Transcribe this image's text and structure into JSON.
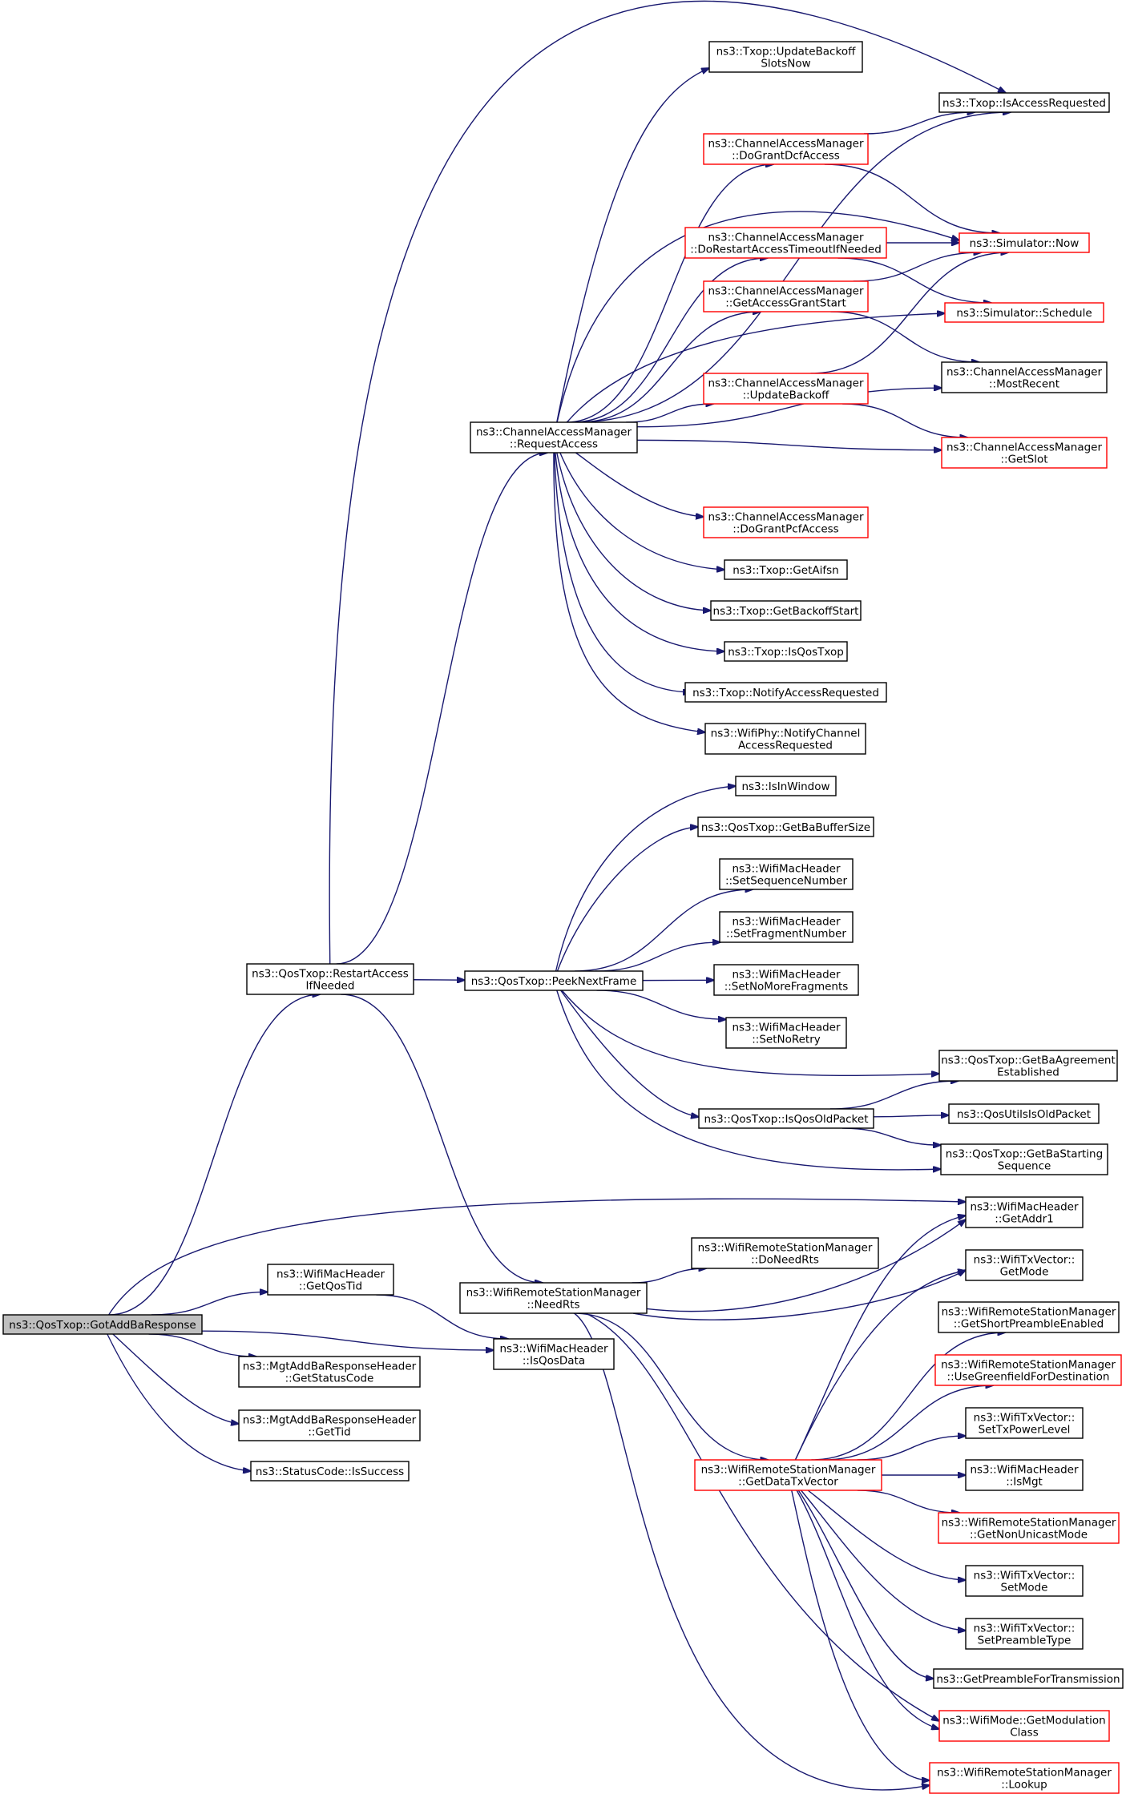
{
  "diagram": {
    "type": "call-graph",
    "colors": {
      "edge": "#191970",
      "node_border": "#000000",
      "node_border_truncated": "#ff0000",
      "root_fill": "#bfbfbf"
    },
    "nodes": [
      {
        "id": "gotaddba",
        "lines": [
          "ns3::QosTxop::GotAddBaResponse"
        ],
        "style": "root"
      },
      {
        "id": "restart",
        "lines": [
          "ns3::QosTxop::RestartAccess",
          "IfNeeded"
        ],
        "style": "normal"
      },
      {
        "id": "getqostid",
        "lines": [
          "ns3::WifiMacHeader",
          "::GetQosTid"
        ],
        "style": "normal"
      },
      {
        "id": "getstatuscode",
        "lines": [
          "ns3::MgtAddBaResponseHeader",
          "::GetStatusCode"
        ],
        "style": "normal"
      },
      {
        "id": "gettid",
        "lines": [
          "ns3::MgtAddBaResponseHeader",
          "::GetTid"
        ],
        "style": "normal"
      },
      {
        "id": "issuccess",
        "lines": [
          "ns3::StatusCode::IsSuccess"
        ],
        "style": "normal"
      },
      {
        "id": "isqosdata",
        "lines": [
          "ns3::WifiMacHeader",
          "::IsQosData"
        ],
        "style": "normal"
      },
      {
        "id": "requestaccess",
        "lines": [
          "ns3::ChannelAccessManager",
          "::RequestAccess"
        ],
        "style": "normal"
      },
      {
        "id": "peeknextframe",
        "lines": [
          "ns3::QosTxop::PeekNextFrame"
        ],
        "style": "normal"
      },
      {
        "id": "needrts",
        "lines": [
          "ns3::WifiRemoteStationManager",
          "::NeedRts"
        ],
        "style": "normal"
      },
      {
        "id": "updatebackoffslots",
        "lines": [
          "ns3::Txop::UpdateBackoff",
          "SlotsNow"
        ],
        "style": "normal"
      },
      {
        "id": "isaccessrequested",
        "lines": [
          "ns3::Txop::IsAccessRequested"
        ],
        "style": "normal"
      },
      {
        "id": "dograntdcf",
        "lines": [
          "ns3::ChannelAccessManager",
          "::DoGrantDcfAccess"
        ],
        "style": "truncated"
      },
      {
        "id": "simnow",
        "lines": [
          "ns3::Simulator::Now"
        ],
        "style": "truncated"
      },
      {
        "id": "dorestart",
        "lines": [
          "ns3::ChannelAccessManager",
          "::DoRestartAccessTimeoutIfNeeded"
        ],
        "style": "truncated"
      },
      {
        "id": "getaccessgrant",
        "lines": [
          "ns3::ChannelAccessManager",
          "::GetAccessGrantStart"
        ],
        "style": "truncated"
      },
      {
        "id": "simschedule",
        "lines": [
          "ns3::Simulator::Schedule"
        ],
        "style": "truncated"
      },
      {
        "id": "mostrecent",
        "lines": [
          "ns3::ChannelAccessManager",
          "::MostRecent"
        ],
        "style": "normal"
      },
      {
        "id": "updatebackoff",
        "lines": [
          "ns3::ChannelAccessManager",
          "::UpdateBackoff"
        ],
        "style": "truncated"
      },
      {
        "id": "getslot",
        "lines": [
          "ns3::ChannelAccessManager",
          "::GetSlot"
        ],
        "style": "truncated"
      },
      {
        "id": "dograntpcf",
        "lines": [
          "ns3::ChannelAccessManager",
          "::DoGrantPcfAccess"
        ],
        "style": "truncated"
      },
      {
        "id": "getaifsn",
        "lines": [
          "ns3::Txop::GetAifsn"
        ],
        "style": "normal"
      },
      {
        "id": "getbackoffstart",
        "lines": [
          "ns3::Txop::GetBackoffStart"
        ],
        "style": "normal"
      },
      {
        "id": "isqostxop",
        "lines": [
          "ns3::Txop::IsQosTxop"
        ],
        "style": "normal"
      },
      {
        "id": "notifyaccessreq",
        "lines": [
          "ns3::Txop::NotifyAccessRequested"
        ],
        "style": "normal"
      },
      {
        "id": "notifychannel",
        "lines": [
          "ns3::WifiPhy::NotifyChannel",
          "AccessRequested"
        ],
        "style": "normal"
      },
      {
        "id": "isinwindow",
        "lines": [
          "ns3::IsInWindow"
        ],
        "style": "normal"
      },
      {
        "id": "getbabuffer",
        "lines": [
          "ns3::QosTxop::GetBaBufferSize"
        ],
        "style": "normal"
      },
      {
        "id": "setseqnum",
        "lines": [
          "ns3::WifiMacHeader",
          "::SetSequenceNumber"
        ],
        "style": "normal"
      },
      {
        "id": "setfragnum",
        "lines": [
          "ns3::WifiMacHeader",
          "::SetFragmentNumber"
        ],
        "style": "normal"
      },
      {
        "id": "setnomorefrag",
        "lines": [
          "ns3::WifiMacHeader",
          "::SetNoMoreFragments"
        ],
        "style": "normal"
      },
      {
        "id": "setnoretry",
        "lines": [
          "ns3::WifiMacHeader",
          "::SetNoRetry"
        ],
        "style": "normal"
      },
      {
        "id": "getbaagreement",
        "lines": [
          "ns3::QosTxop::GetBaAgreement",
          "Established"
        ],
        "style": "normal"
      },
      {
        "id": "isqosoldpacket",
        "lines": [
          "ns3::QosTxop::IsQosOldPacket"
        ],
        "style": "normal"
      },
      {
        "id": "qosutilsold",
        "lines": [
          "ns3::QosUtilsIsOldPacket"
        ],
        "style": "normal"
      },
      {
        "id": "getbastarting",
        "lines": [
          "ns3::QosTxop::GetBaStarting",
          "Sequence"
        ],
        "style": "normal"
      },
      {
        "id": "getaddr1",
        "lines": [
          "ns3::WifiMacHeader",
          "::GetAddr1"
        ],
        "style": "normal"
      },
      {
        "id": "doneedrts",
        "lines": [
          "ns3::WifiRemoteStationManager",
          "::DoNeedRts"
        ],
        "style": "normal"
      },
      {
        "id": "getmode",
        "lines": [
          "ns3::WifiTxVector::",
          "GetMode"
        ],
        "style": "normal"
      },
      {
        "id": "getshortpreamble",
        "lines": [
          "ns3::WifiRemoteStationManager",
          "::GetShortPreambleEnabled"
        ],
        "style": "normal"
      },
      {
        "id": "usegreenfield",
        "lines": [
          "ns3::WifiRemoteStationManager",
          "::UseGreenfieldForDestination"
        ],
        "style": "truncated"
      },
      {
        "id": "settxpower",
        "lines": [
          "ns3::WifiTxVector::",
          "SetTxPowerLevel"
        ],
        "style": "normal"
      },
      {
        "id": "getdatatxvector",
        "lines": [
          "ns3::WifiRemoteStationManager",
          "::GetDataTxVector"
        ],
        "style": "truncated"
      },
      {
        "id": "ismgt",
        "lines": [
          "ns3::WifiMacHeader",
          "::IsMgt"
        ],
        "style": "normal"
      },
      {
        "id": "getnonunicast",
        "lines": [
          "ns3::WifiRemoteStationManager",
          "::GetNonUnicastMode"
        ],
        "style": "truncated"
      },
      {
        "id": "setmode",
        "lines": [
          "ns3::WifiTxVector::",
          "SetMode"
        ],
        "style": "normal"
      },
      {
        "id": "setpreambletype",
        "lines": [
          "ns3::WifiTxVector::",
          "SetPreambleType"
        ],
        "style": "normal"
      },
      {
        "id": "getpreamblefortx",
        "lines": [
          "ns3::GetPreambleForTransmission"
        ],
        "style": "normal"
      },
      {
        "id": "getmodclass",
        "lines": [
          "ns3::WifiMode::GetModulation",
          "Class"
        ],
        "style": "truncated"
      },
      {
        "id": "lookup",
        "lines": [
          "ns3::WifiRemoteStationManager",
          "::Lookup"
        ],
        "style": "truncated"
      }
    ],
    "edges": [
      {
        "from": "gotaddba",
        "to": "restart"
      },
      {
        "from": "gotaddba",
        "to": "getqostid"
      },
      {
        "from": "gotaddba",
        "to": "isqosdata"
      },
      {
        "from": "gotaddba",
        "to": "getstatuscode"
      },
      {
        "from": "gotaddba",
        "to": "gettid"
      },
      {
        "from": "gotaddba",
        "to": "issuccess"
      },
      {
        "from": "gotaddba",
        "to": "getaddr1"
      },
      {
        "from": "getqostid",
        "to": "isqosdata"
      },
      {
        "from": "restart",
        "to": "requestaccess"
      },
      {
        "from": "restart",
        "to": "peeknextframe"
      },
      {
        "from": "restart",
        "to": "needrts"
      },
      {
        "from": "restart",
        "to": "isaccessrequested"
      },
      {
        "from": "requestaccess",
        "to": "updatebackoffslots"
      },
      {
        "from": "requestaccess",
        "to": "isaccessrequested"
      },
      {
        "from": "requestaccess",
        "to": "dograntdcf"
      },
      {
        "from": "requestaccess",
        "to": "simnow"
      },
      {
        "from": "requestaccess",
        "to": "dorestart"
      },
      {
        "from": "requestaccess",
        "to": "getaccessgrant"
      },
      {
        "from": "requestaccess",
        "to": "simschedule"
      },
      {
        "from": "requestaccess",
        "to": "updatebackoff"
      },
      {
        "from": "requestaccess",
        "to": "mostrecent"
      },
      {
        "from": "requestaccess",
        "to": "getslot"
      },
      {
        "from": "requestaccess",
        "to": "dograntpcf"
      },
      {
        "from": "requestaccess",
        "to": "getaifsn"
      },
      {
        "from": "requestaccess",
        "to": "getbackoffstart"
      },
      {
        "from": "requestaccess",
        "to": "isqostxop"
      },
      {
        "from": "requestaccess",
        "to": "notifyaccessreq"
      },
      {
        "from": "requestaccess",
        "to": "notifychannel"
      },
      {
        "from": "dograntdcf",
        "to": "isaccessrequested"
      },
      {
        "from": "dograntdcf",
        "to": "simnow"
      },
      {
        "from": "dorestart",
        "to": "simnow"
      },
      {
        "from": "dorestart",
        "to": "simschedule"
      },
      {
        "from": "getaccessgrant",
        "to": "simnow"
      },
      {
        "from": "getaccessgrant",
        "to": "mostrecent"
      },
      {
        "from": "updatebackoff",
        "to": "simnow"
      },
      {
        "from": "updatebackoff",
        "to": "getslot"
      },
      {
        "from": "peeknextframe",
        "to": "isinwindow"
      },
      {
        "from": "peeknextframe",
        "to": "getbabuffer"
      },
      {
        "from": "peeknextframe",
        "to": "setseqnum"
      },
      {
        "from": "peeknextframe",
        "to": "setfragnum"
      },
      {
        "from": "peeknextframe",
        "to": "setnomorefrag"
      },
      {
        "from": "peeknextframe",
        "to": "setnoretry"
      },
      {
        "from": "peeknextframe",
        "to": "getbaagreement"
      },
      {
        "from": "peeknextframe",
        "to": "isqosoldpacket"
      },
      {
        "from": "peeknextframe",
        "to": "getbastarting"
      },
      {
        "from": "isqosoldpacket",
        "to": "getbaagreement"
      },
      {
        "from": "isqosoldpacket",
        "to": "qosutilsold"
      },
      {
        "from": "isqosoldpacket",
        "to": "getbastarting"
      },
      {
        "from": "needrts",
        "to": "doneedrts"
      },
      {
        "from": "needrts",
        "to": "getaddr1"
      },
      {
        "from": "needrts",
        "to": "getmode"
      },
      {
        "from": "needrts",
        "to": "getdatatxvector"
      },
      {
        "from": "needrts",
        "to": "getmodclass"
      },
      {
        "from": "needrts",
        "to": "lookup"
      },
      {
        "from": "getdatatxvector",
        "to": "getaddr1"
      },
      {
        "from": "getdatatxvector",
        "to": "getmode"
      },
      {
        "from": "getdatatxvector",
        "to": "getshortpreamble"
      },
      {
        "from": "getdatatxvector",
        "to": "usegreenfield"
      },
      {
        "from": "getdatatxvector",
        "to": "settxpower"
      },
      {
        "from": "getdatatxvector",
        "to": "ismgt"
      },
      {
        "from": "getdatatxvector",
        "to": "getnonunicast"
      },
      {
        "from": "getdatatxvector",
        "to": "setmode"
      },
      {
        "from": "getdatatxvector",
        "to": "setpreambletype"
      },
      {
        "from": "getdatatxvector",
        "to": "getpreamblefortx"
      },
      {
        "from": "getdatatxvector",
        "to": "getmodclass"
      },
      {
        "from": "getdatatxvector",
        "to": "lookup"
      }
    ]
  }
}
